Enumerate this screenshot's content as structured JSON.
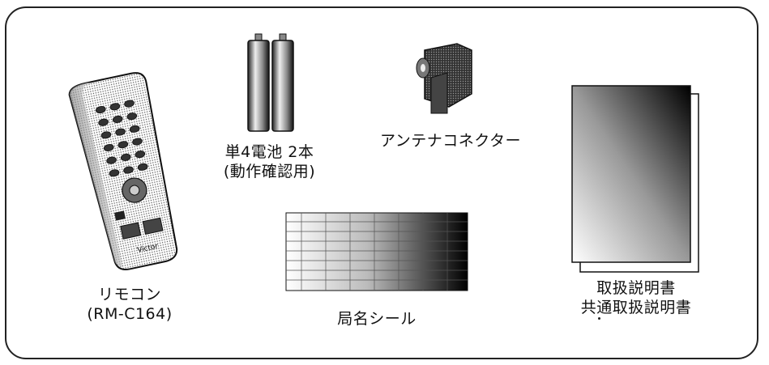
{
  "accessories": {
    "remote": {
      "name": "リモコン",
      "model": "(RM-C164)",
      "brand": "Victor"
    },
    "batteries": {
      "name": "単4電池 2本",
      "note": "(動作確認用)"
    },
    "antenna_connector": {
      "name": "アンテナコネクター"
    },
    "station_sticker": {
      "name": "局名シール"
    },
    "manuals": {
      "name": "取扱説明書",
      "common": "共通取扱説明書"
    }
  }
}
